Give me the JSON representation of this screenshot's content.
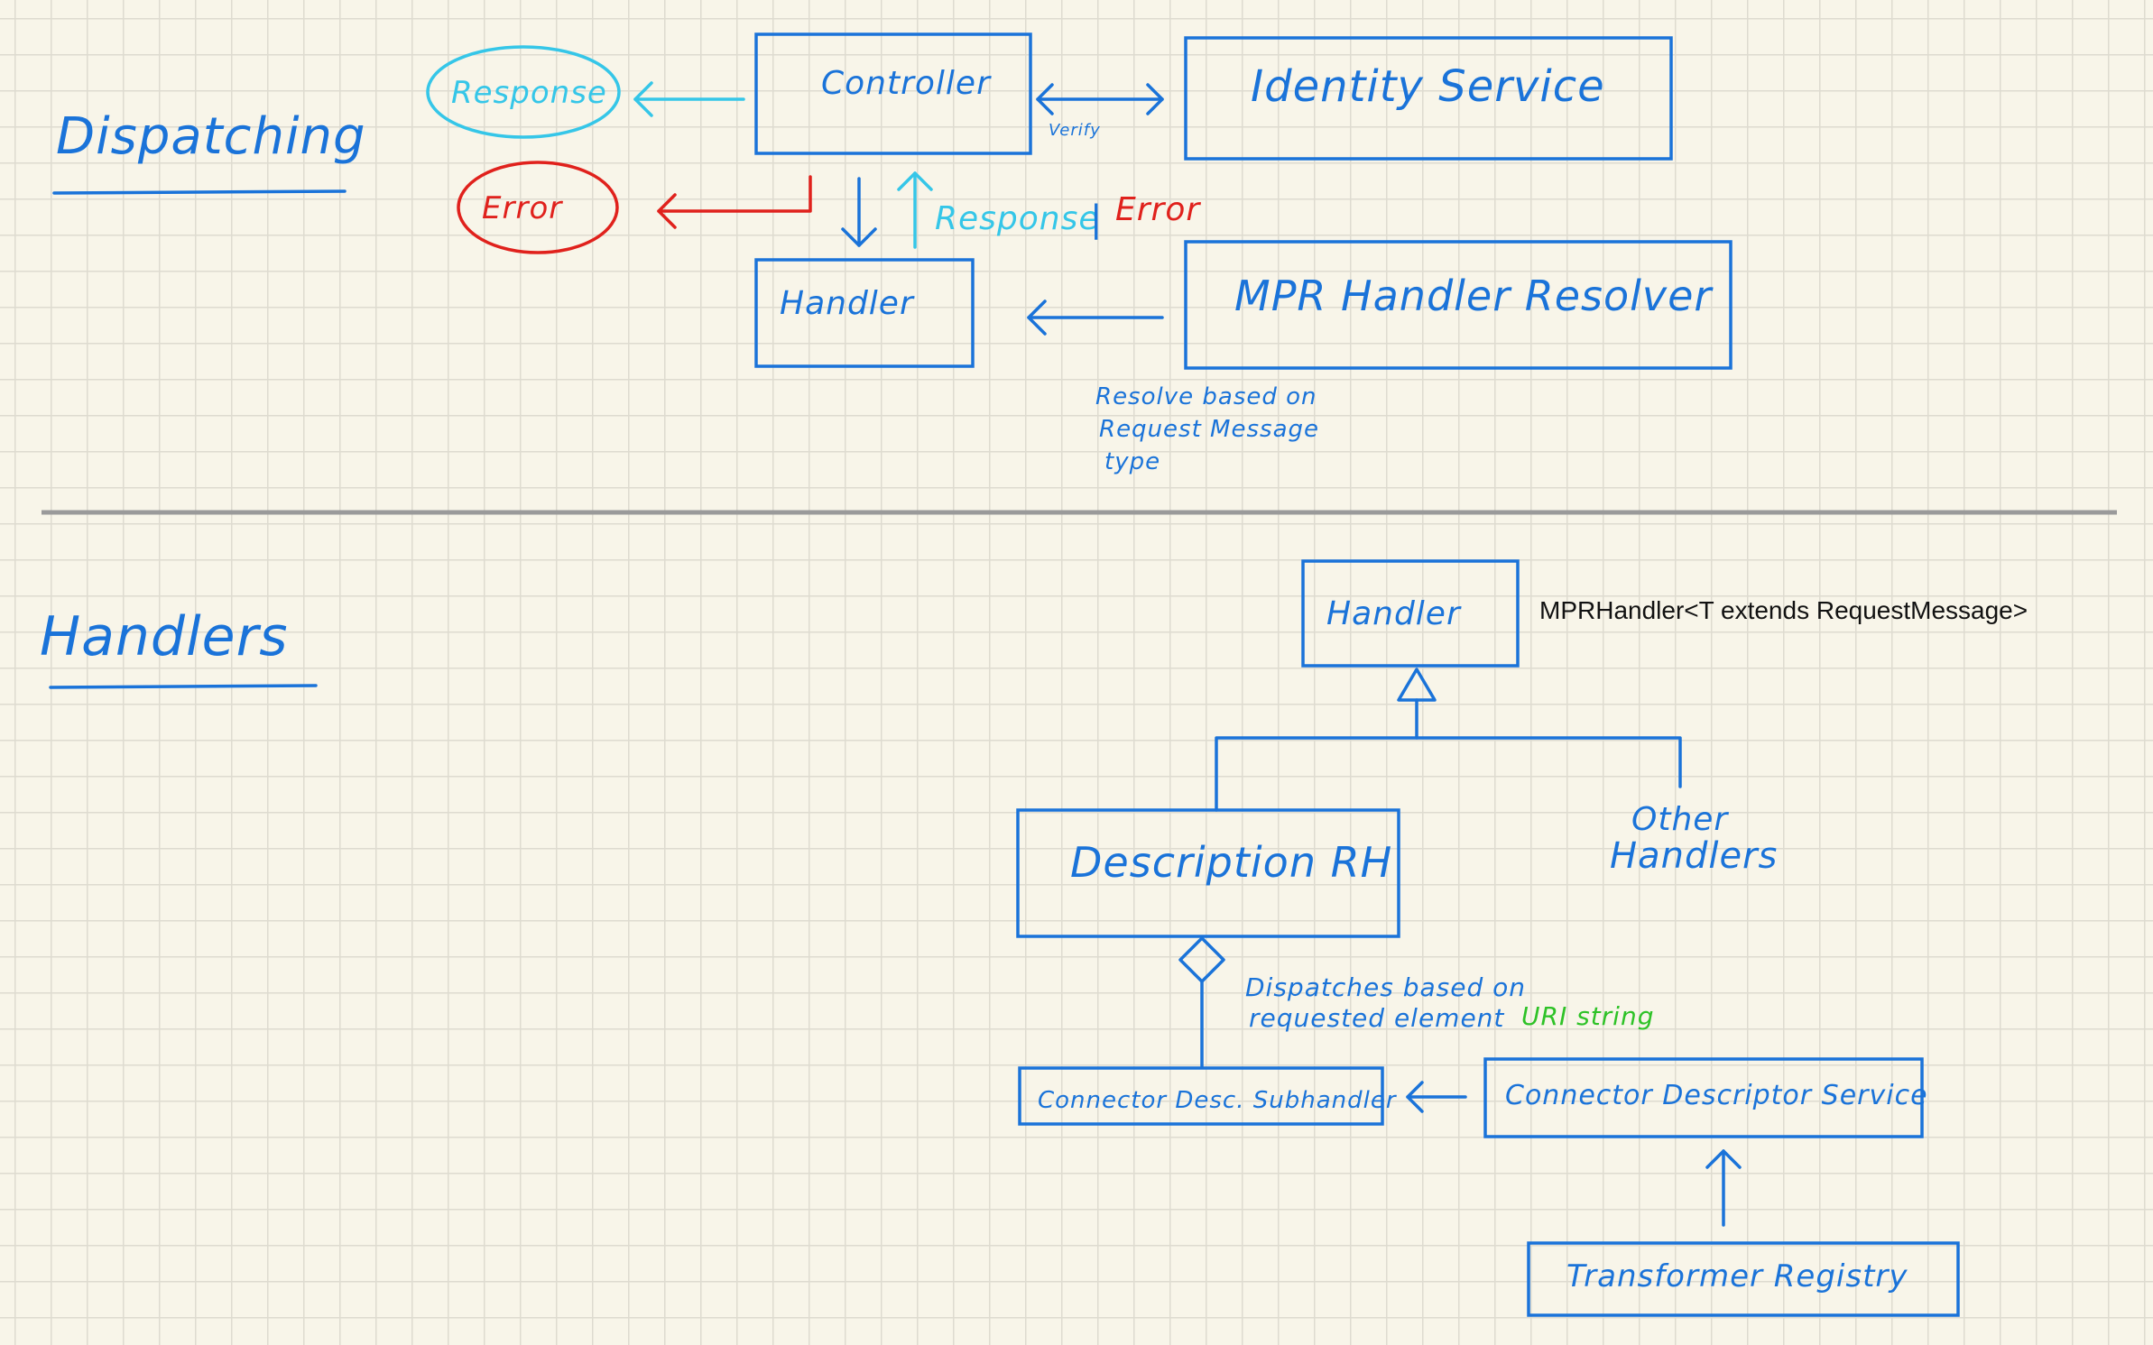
{
  "sections": {
    "dispatching": "Dispatching",
    "handlers": "Handlers"
  },
  "dispatching": {
    "controller": "Controller",
    "identity_service": "Identity Service",
    "verify": "Verify",
    "response": "Response",
    "error": "Error",
    "handler": "Handler",
    "response_label": "Response",
    "separator": "|",
    "error_label": "Error",
    "resolver": "MPR Handler Resolver",
    "note_line1": "Resolve based on",
    "note_line2": "Request Message",
    "note_line3": "type"
  },
  "handlers": {
    "handler": "Handler",
    "generic_signature": "MPRHandler<T extends RequestMessage>",
    "description_rh": "Description RH",
    "other_line1": "Other",
    "other_line2": "Handlers",
    "dispatch_line1": "Dispatches based on",
    "dispatch_line2": "requested element",
    "dispatch_uri": "URI string",
    "connector_subhandler": "Connector Desc. Subhandler",
    "connector_service": "Connector Descriptor Service",
    "transformer_registry": "Transformer Registry"
  },
  "colors": {
    "ink_blue": "#1a73d9",
    "ink_cyan": "#35c6e8",
    "ink_red": "#e0211c",
    "ink_green": "#2ec227",
    "divider": "#9a9a9a",
    "paper": "#f8f5e9"
  }
}
